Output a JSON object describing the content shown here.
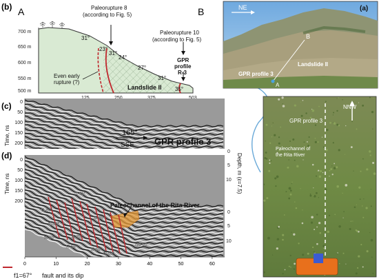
{
  "panel_b": {
    "tag": "(b)",
    "point_a": "A",
    "point_b": "B",
    "y_ticks": [
      "700 m",
      "650 m",
      "600 m",
      "550 m",
      "500 m"
    ],
    "x_ticks": [
      "125",
      "250",
      "375",
      "503"
    ],
    "paleo8_line1": "Paleorupture 8",
    "paleo8_line2": "(according to Fig. 5)",
    "paleo10_line1": "Paleorupture 10",
    "paleo10_line2": "(according to Fig. 5)",
    "gpr_line1": "GPR",
    "gpr_line2": "profile",
    "gpr_line3": "R-3",
    "early_line1": "Even early",
    "early_line2": "rupture (?)",
    "landslide": "Landslide II",
    "angles": [
      "31°",
      "23°",
      "31°",
      "24°",
      "27°",
      "31°",
      "35°"
    ]
  },
  "panel_c": {
    "tag": "(c)",
    "y_label": "Time, ns",
    "y_ticks": [
      "0",
      "50",
      "100",
      "150",
      "200"
    ],
    "direction_deg": "165°",
    "direction_dir": "SSE",
    "title": "GPR profile 3"
  },
  "panel_d": {
    "tag": "(d)",
    "y_label": "Time, ns",
    "y_ticks": [
      "0",
      "50",
      "100",
      "150",
      "200"
    ],
    "depth_label": "Depth, m (ε=7.5)",
    "depth_ticks_top": [
      "0",
      "5",
      "10"
    ],
    "depth_ticks_bottom": [
      "0",
      "5",
      "10"
    ],
    "x_ticks": [
      "0",
      "10",
      "20",
      "30",
      "40",
      "50",
      "60"
    ],
    "paleochannel": "Paleochannel of the Rita River",
    "faults": [
      "f1-67°",
      "f2-65°",
      "f3-65°",
      "f4-80°",
      "f5-70°",
      "f6-65°",
      "f7-55°",
      "f8-50°",
      "f9-65°",
      "f10-65°"
    ],
    "legend_sample": "f1=67°",
    "legend_text": "fault and its dip"
  },
  "panel_a": {
    "tag": "(a)",
    "compass": "NE",
    "point_b": "B",
    "point_a": "A",
    "gpr_label": "GPR profile 3",
    "landslide": "Landslide II"
  },
  "panel_lower_photo": {
    "compass": "NNW",
    "gpr_label": "GPR profile 3",
    "channel_line1": "Paleochannel of",
    "channel_line2": "the Rita River"
  },
  "colors": {
    "landslide_fill": "#d9ead3",
    "fault_red": "#c0272d",
    "photo_sky": "#7fb6e6",
    "connector": "#6aa9d8"
  }
}
